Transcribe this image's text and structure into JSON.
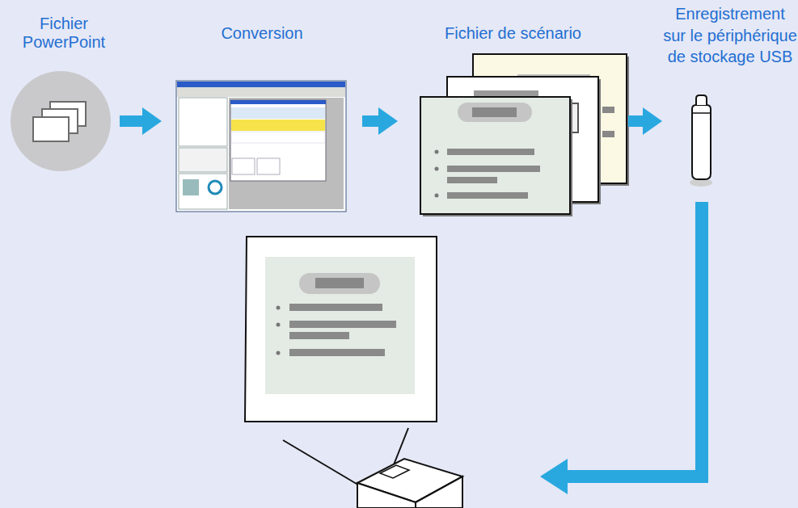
{
  "diagram": {
    "nodes": [
      {
        "text": [
          "Fichier PowerPoint"
        ]
      },
      {
        "text": [
          "Conversion"
        ]
      },
      {
        "text": [
          "Fichier de scénario"
        ]
      },
      {
        "text": [
          "Enregistrement sur le périphérique de stockage USB"
        ]
      }
    ],
    "edges": [
      {
        "from": 0,
        "to": 1,
        "arrow": "to"
      },
      {
        "from": 1,
        "to": 2,
        "arrow": "to"
      },
      {
        "from": 2,
        "to": 3,
        "arrow": "to"
      }
    ]
  }
}
